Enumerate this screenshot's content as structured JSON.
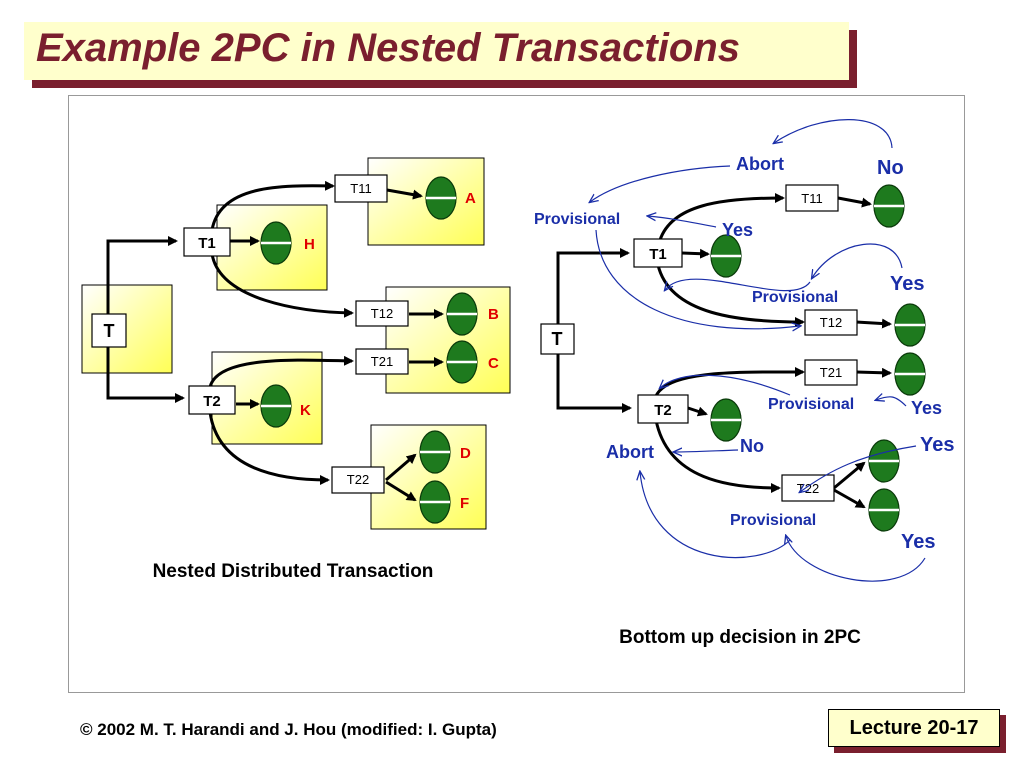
{
  "slide": {
    "title": "Example 2PC in Nested Transactions",
    "footer": "© 2002 M. T. Harandi and J. Hou (modified: I. Gupta)",
    "lecture": "Lecture 20-17"
  },
  "colors": {
    "title": "#7a1f2e",
    "yellow": "#ffff66",
    "server_green": "#1e7a1e",
    "blue_text": "#1a2ea8",
    "red_label": "#e00000"
  },
  "left_diagram": {
    "caption": "Nested Distributed Transaction",
    "nodes": {
      "T": "T",
      "T1": "T1",
      "T2": "T2",
      "T11": "T11",
      "T12": "T12",
      "T21": "T21",
      "T22": "T22"
    },
    "servers": {
      "H": "H",
      "A": "A",
      "B": "B",
      "C": "C",
      "K": "K",
      "D": "D",
      "F": "F"
    }
  },
  "right_diagram": {
    "caption": "Bottom up decision in 2PC",
    "nodes": {
      "T": "T",
      "T1": "T1",
      "T2": "T2",
      "T11": "T11",
      "T12": "T12",
      "T21": "T21",
      "T22": "T22"
    },
    "labels": {
      "abort_top": "Abort",
      "no_top": "No",
      "provisional_t1": "Provisional",
      "yes_t1": "Yes",
      "provisional_t12": "Provisional",
      "yes_t12": "Yes",
      "provisional_t21": "Provisional",
      "yes_t21": "Yes",
      "abort_t2": "Abort",
      "no_t2": "No",
      "yes_t22a": "Yes",
      "provisional_t22": "Provisional",
      "yes_t22b": "Yes"
    }
  }
}
